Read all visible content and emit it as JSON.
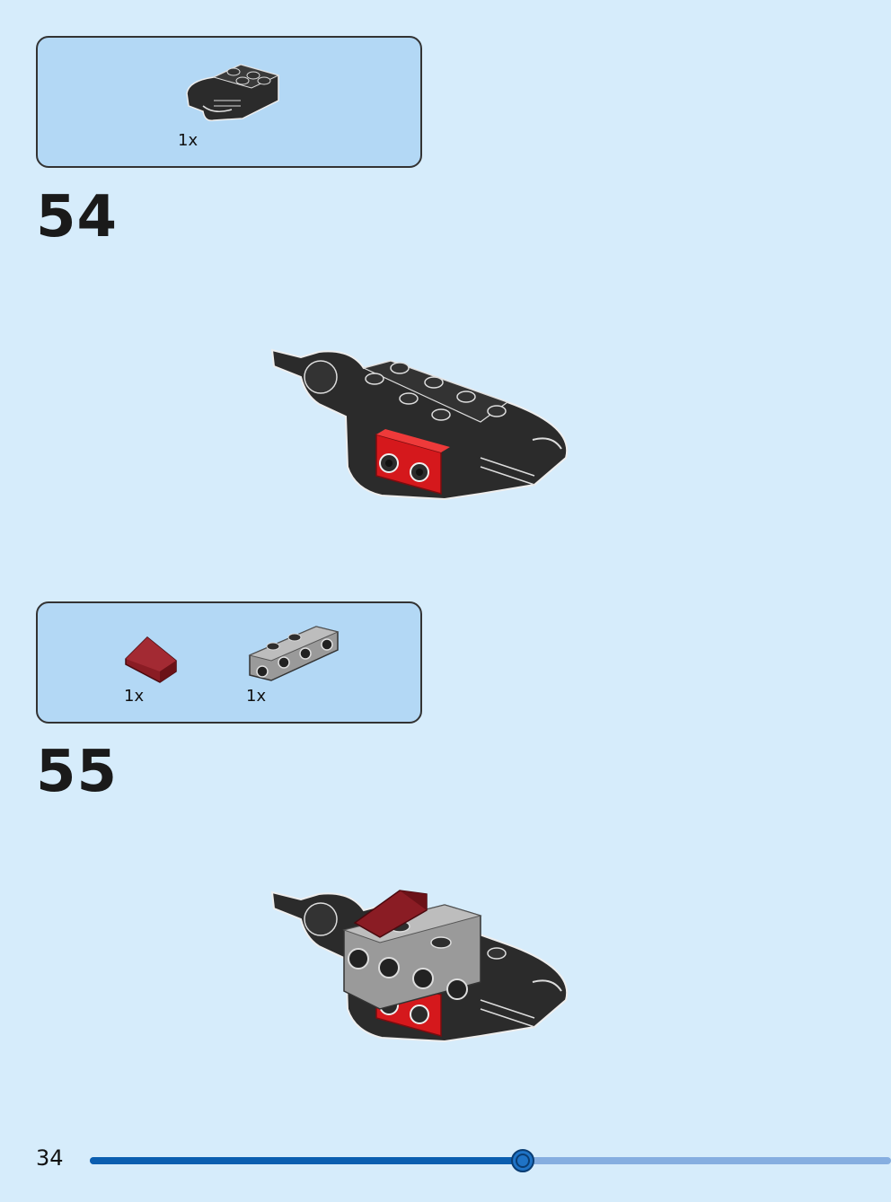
{
  "page_number": "34",
  "progress": 0.54,
  "colors": {
    "background": "#d6ecfb",
    "parts_box": "#b3d8f5",
    "progress_fill": "#0b5eb0",
    "progress_track": "#86aee0"
  },
  "steps": [
    {
      "number": "54",
      "parts": [
        {
          "name": "black-bracket-brick-icon",
          "qty": "1x"
        }
      ]
    },
    {
      "number": "55",
      "parts": [
        {
          "name": "dark-red-slope-icon",
          "qty": "1x"
        },
        {
          "name": "grey-bracket-plate-icon",
          "qty": "1x"
        }
      ]
    }
  ]
}
